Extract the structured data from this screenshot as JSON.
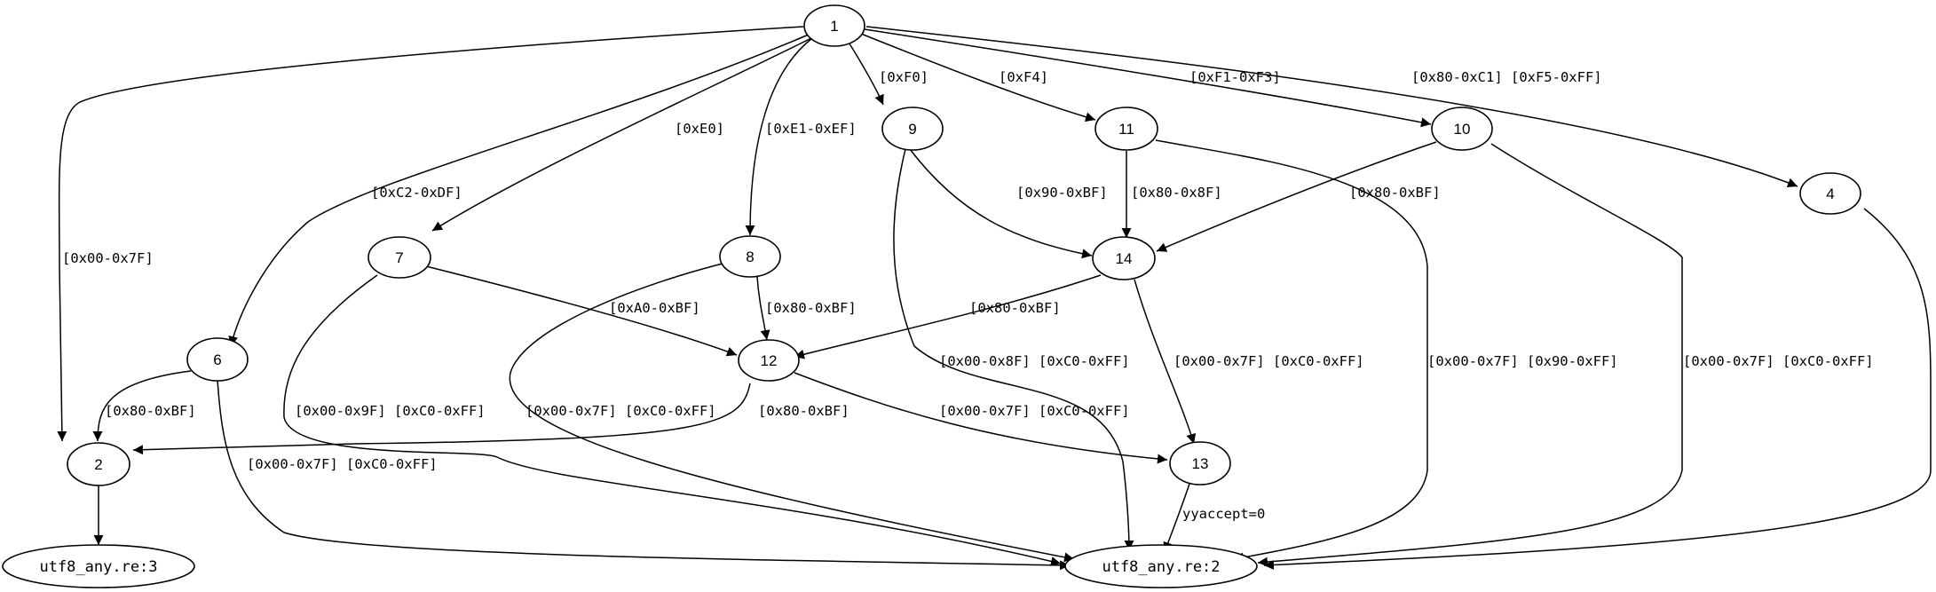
{
  "graph": {
    "nodes": [
      {
        "id": "1",
        "label": "1"
      },
      {
        "id": "2",
        "label": "2"
      },
      {
        "id": "4",
        "label": "4"
      },
      {
        "id": "6",
        "label": "6"
      },
      {
        "id": "7",
        "label": "7"
      },
      {
        "id": "8",
        "label": "8"
      },
      {
        "id": "9",
        "label": "9"
      },
      {
        "id": "10",
        "label": "10"
      },
      {
        "id": "11",
        "label": "11"
      },
      {
        "id": "12",
        "label": "12"
      },
      {
        "id": "13",
        "label": "13"
      },
      {
        "id": "14",
        "label": "14"
      },
      {
        "id": "r2",
        "label": "utf8_any.re:2"
      },
      {
        "id": "r3",
        "label": "utf8_any.re:3"
      }
    ],
    "edges": [
      {
        "from": "1",
        "to": "9",
        "label": "[0xF0]"
      },
      {
        "from": "1",
        "to": "11",
        "label": "[0xF4]"
      },
      {
        "from": "1",
        "to": "10",
        "label": "[0xF1-0xF3]"
      },
      {
        "from": "1",
        "to": "4",
        "label": "[0x80-0xC1] [0xF5-0xFF]"
      },
      {
        "from": "1",
        "to": "7",
        "label": "[0xE0]"
      },
      {
        "from": "1",
        "to": "8",
        "label": "[0xE1-0xEF]"
      },
      {
        "from": "1",
        "to": "6",
        "label": "[0xC2-0xDF]"
      },
      {
        "from": "1",
        "to": "2",
        "label": "[0x00-0x7F]"
      },
      {
        "from": "9",
        "to": "14",
        "label": "[0x90-0xBF]"
      },
      {
        "from": "11",
        "to": "14",
        "label": "[0x80-0x8F]"
      },
      {
        "from": "10",
        "to": "14",
        "label": "[0x80-0xBF]"
      },
      {
        "from": "9",
        "to": "r2",
        "label": "[0x00-0x8F] [0xC0-0xFF]"
      },
      {
        "from": "11",
        "to": "r2",
        "label": "[0x00-0x7F] [0x90-0xFF]"
      },
      {
        "from": "10",
        "to": "r2",
        "label": "[0x00-0x7F] [0xC0-0xFF]"
      },
      {
        "from": "4",
        "to": "r2",
        "label": ""
      },
      {
        "from": "7",
        "to": "12",
        "label": "[0xA0-0xBF]"
      },
      {
        "from": "8",
        "to": "12",
        "label": "[0x80-0xBF]"
      },
      {
        "from": "14",
        "to": "12",
        "label": "[0x80-0xBF]"
      },
      {
        "from": "14",
        "to": "13",
        "label": "[0x00-0x7F] [0xC0-0xFF]"
      },
      {
        "from": "7",
        "to": "r2",
        "label": "[0x00-0x9F] [0xC0-0xFF]"
      },
      {
        "from": "8",
        "to": "r2",
        "label": "[0x00-0x7F] [0xC0-0xFF]"
      },
      {
        "from": "12",
        "to": "2",
        "label": "[0x80-0xBF]"
      },
      {
        "from": "12",
        "to": "13",
        "label": "[0x00-0x7F] [0xC0-0xFF]"
      },
      {
        "from": "6",
        "to": "2",
        "label": "[0x80-0xBF]"
      },
      {
        "from": "6",
        "to": "r2",
        "label": "[0x00-0x7F] [0xC0-0xFF]"
      },
      {
        "from": "13",
        "to": "r2",
        "label": "yyaccept=0"
      },
      {
        "from": "2",
        "to": "r3",
        "label": ""
      }
    ]
  }
}
